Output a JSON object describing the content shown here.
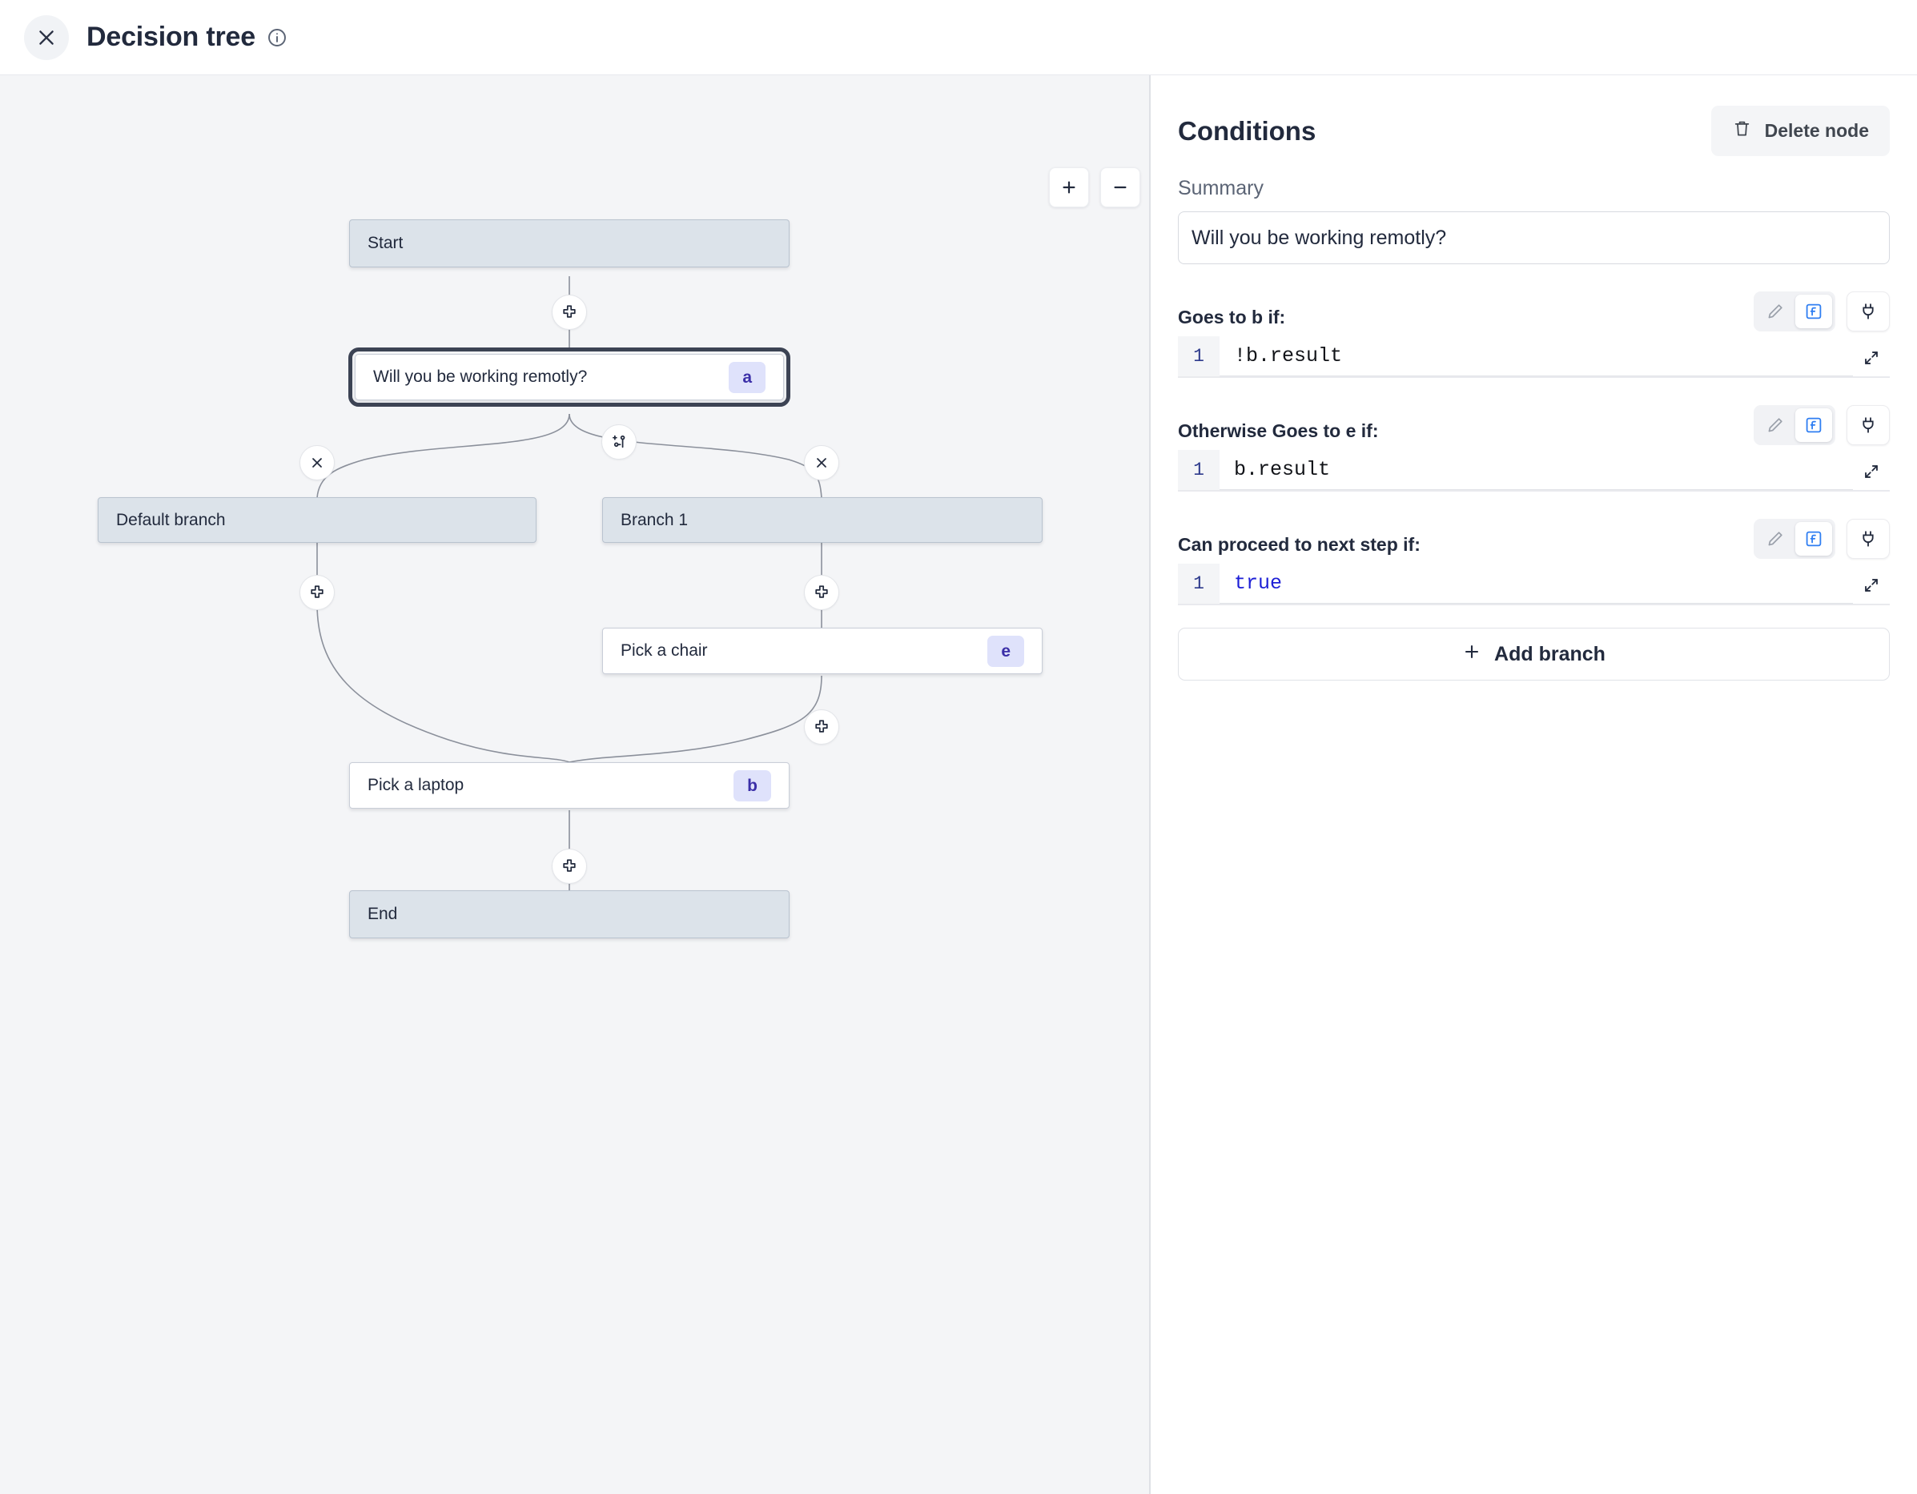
{
  "header": {
    "close_icon": "close-icon",
    "title": "Decision tree",
    "info_icon": "info-icon"
  },
  "canvas": {
    "zoom_in_label": "+",
    "zoom_out_label": "−",
    "nodes": [
      {
        "id": "start",
        "label": "Start",
        "type": "system",
        "badge": null
      },
      {
        "id": "a",
        "label": "Will you be working remotly?",
        "type": "step",
        "badge": "a",
        "selected": true
      },
      {
        "id": "default",
        "label": "Default branch",
        "type": "system",
        "badge": null
      },
      {
        "id": "branch1",
        "label": "Branch 1",
        "type": "system",
        "badge": null
      },
      {
        "id": "e",
        "label": "Pick a chair",
        "type": "step",
        "badge": "e"
      },
      {
        "id": "b",
        "label": "Pick a laptop",
        "type": "step",
        "badge": "b"
      },
      {
        "id": "end",
        "label": "End",
        "type": "system",
        "badge": null
      }
    ],
    "handles": [
      {
        "name": "add-node-after-start",
        "icon": "plus-icon"
      },
      {
        "name": "add-branch",
        "icon": "branch-plus-icon"
      },
      {
        "name": "delete-default-branch",
        "icon": "close-icon"
      },
      {
        "name": "delete-branch-1",
        "icon": "close-icon"
      },
      {
        "name": "add-node-default-branch",
        "icon": "plus-icon"
      },
      {
        "name": "add-node-branch-1",
        "icon": "plus-icon"
      },
      {
        "name": "add-node-after-chair",
        "icon": "plus-icon"
      },
      {
        "name": "add-node-after-laptop",
        "icon": "plus-icon"
      }
    ]
  },
  "panel": {
    "title": "Conditions",
    "delete_node_label": "Delete node",
    "delete_icon": "trash-icon",
    "summary_label": "Summary",
    "summary_value": "Will you be working remotly?",
    "conditions": [
      {
        "label": "Goes to b if:",
        "line_number": "1",
        "code": "!b.result",
        "keyword": false,
        "pencil_icon": "pencil-icon",
        "function_icon": "function-icon",
        "plug_icon": "plug-icon",
        "expand_icon": "expand-icon"
      },
      {
        "label": "Otherwise Goes to e if:",
        "line_number": "1",
        "code": "b.result",
        "keyword": false,
        "pencil_icon": "pencil-icon",
        "function_icon": "function-icon",
        "plug_icon": "plug-icon",
        "expand_icon": "expand-icon"
      },
      {
        "label": "Can proceed to next step if:",
        "line_number": "1",
        "code": "true",
        "keyword": true,
        "pencil_icon": "pencil-icon",
        "function_icon": "function-icon",
        "plug_icon": "plug-icon",
        "expand_icon": "expand-icon"
      }
    ],
    "add_branch_label": "Add branch",
    "add_branch_icon": "plus-icon"
  },
  "colors": {
    "canvas_bg": "#f4f5f7",
    "system_node": "#dce3ea",
    "badge_bg": "#dfe2fb",
    "badge_text": "#3b2fa8",
    "accent_blue": "#2f7ef2",
    "keyword_blue": "#1d1fd6",
    "text_dark": "#222a3d"
  }
}
